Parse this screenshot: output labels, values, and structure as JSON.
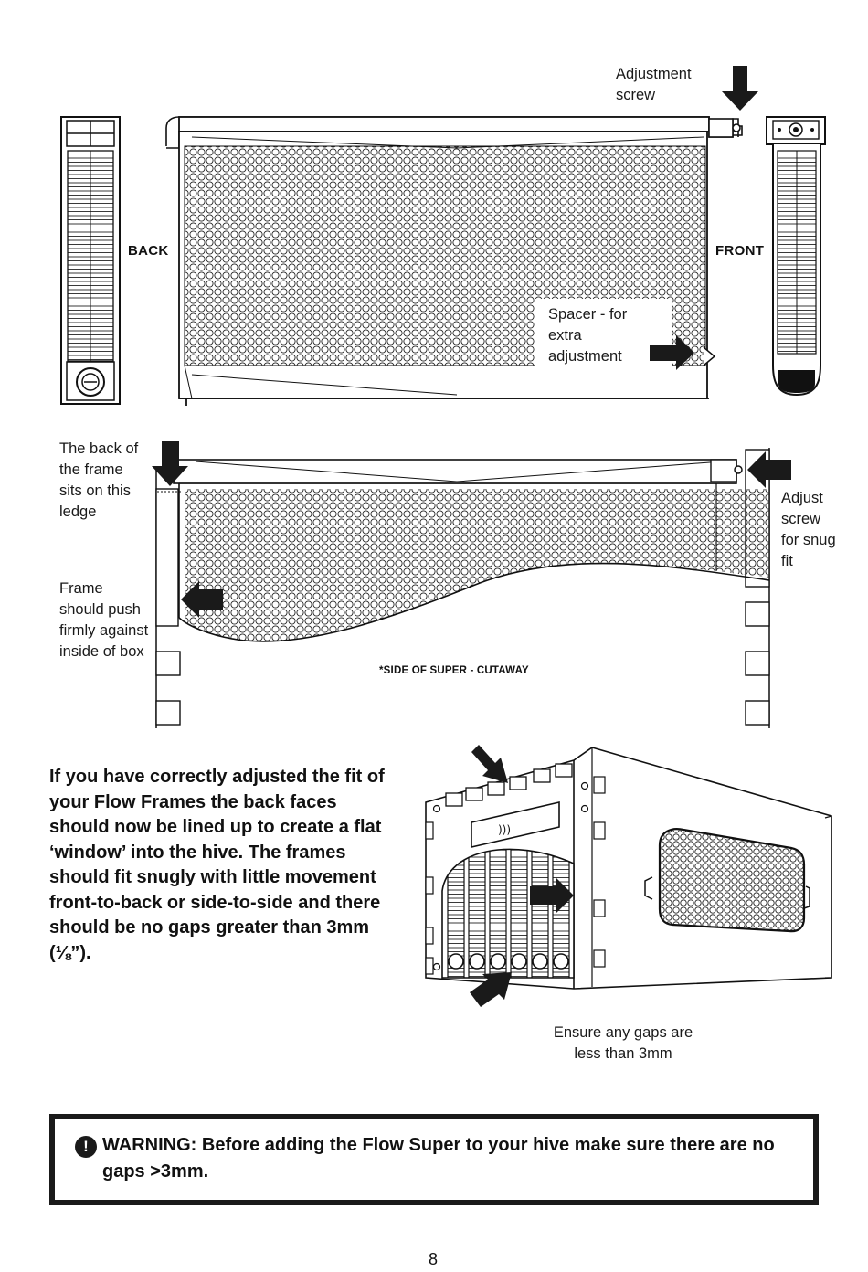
{
  "figure1": {
    "adjustment_screw_label": "Adjustment screw",
    "back_label": "BACK",
    "front_label": "FRONT",
    "spacer_label": "Spacer - for extra adjustment"
  },
  "figure2": {
    "ledge_label": "The back of the frame sits on this ledge",
    "push_label": "Frame should push firmly against inside of box",
    "adjust_label": "Adjust screw for snug fit",
    "cutaway_label": "*SIDE OF SUPER - CUTAWAY"
  },
  "instructions": {
    "paragraph": "If you have correctly adjusted the fit of your Flow Frames the back faces should now be lined up to create a flat ‘window’ into the hive. The frames should fit snugly with little movement front-to-back or side-to-side and there should be no gaps greater than 3mm (⅛”)."
  },
  "figure3": {
    "gaps_caption": "Ensure any gaps are less than 3mm"
  },
  "warning": {
    "icon": "!",
    "text": "WARNING: Before adding the Flow Super to your hive make sure there are no gaps >3mm."
  },
  "page_number": "8"
}
